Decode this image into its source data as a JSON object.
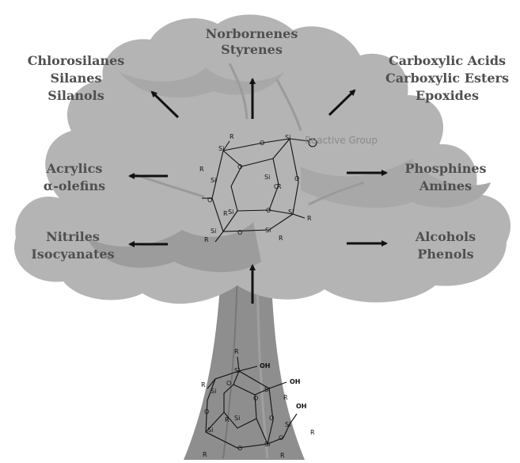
{
  "labels": {
    "top_line1": "Norbornenes",
    "top_line2": "Styrenes",
    "upper_left_line1": "Chlorosilanes",
    "upper_left_line2": "Silanes",
    "upper_left_line3": "Silanols",
    "upper_right_line1": "Carboxylic Acids",
    "upper_right_line2": "Carboxylic Esters",
    "upper_right_line3": "Epoxides",
    "mid_left_line1": "Acrylics",
    "mid_left_line2": "α-olefins",
    "mid_right_line1": "Phosphines",
    "mid_right_line2": "Amines",
    "low_left_line1": "Nitriles",
    "low_left_line2": "Isocyanates",
    "low_right_line1": "Alcohols",
    "low_right_line2": "Phenols",
    "reactive_group": "Reactive Group"
  },
  "atoms": {
    "si": "Si",
    "o": "O",
    "r": "R",
    "oh": "OH"
  },
  "colors": {
    "canopy": "#b4b4b4",
    "canopy_dark": "#9c9c9c",
    "trunk": "#8e8e8e",
    "trunk_light": "#a6a6a6",
    "text": "#4f4f4f",
    "reactive_text": "#8a8a8a"
  }
}
